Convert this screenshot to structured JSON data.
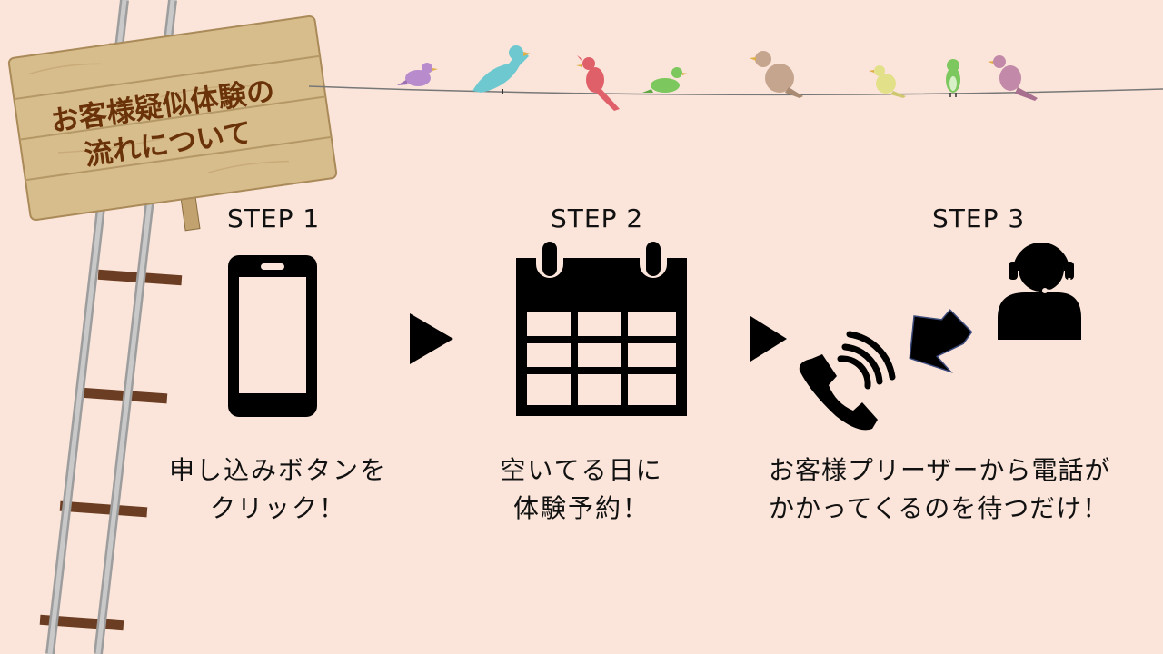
{
  "sign": {
    "line1": "お客様疑似体験の",
    "line2": "流れについて"
  },
  "steps": [
    {
      "label": "STEP 1",
      "icon": "smartphone-icon",
      "line1": "申し込みボタンを",
      "line2": "クリック！"
    },
    {
      "label": "STEP 2",
      "icon": "calendar-icon",
      "line1": "空いてる日に",
      "line2": "体験予約！"
    },
    {
      "label": "STEP 3",
      "icon": "operator-headset-icon",
      "line1": "お客様プリーザーから電話が",
      "line2": "かかってくるのを待つだけ！"
    }
  ],
  "colors": {
    "background": "#fbe5da",
    "sign_wood": "#d8bd8c",
    "sign_text": "#6a3208",
    "rail": "#b8b8b8",
    "sleeper": "#6b3d22"
  }
}
